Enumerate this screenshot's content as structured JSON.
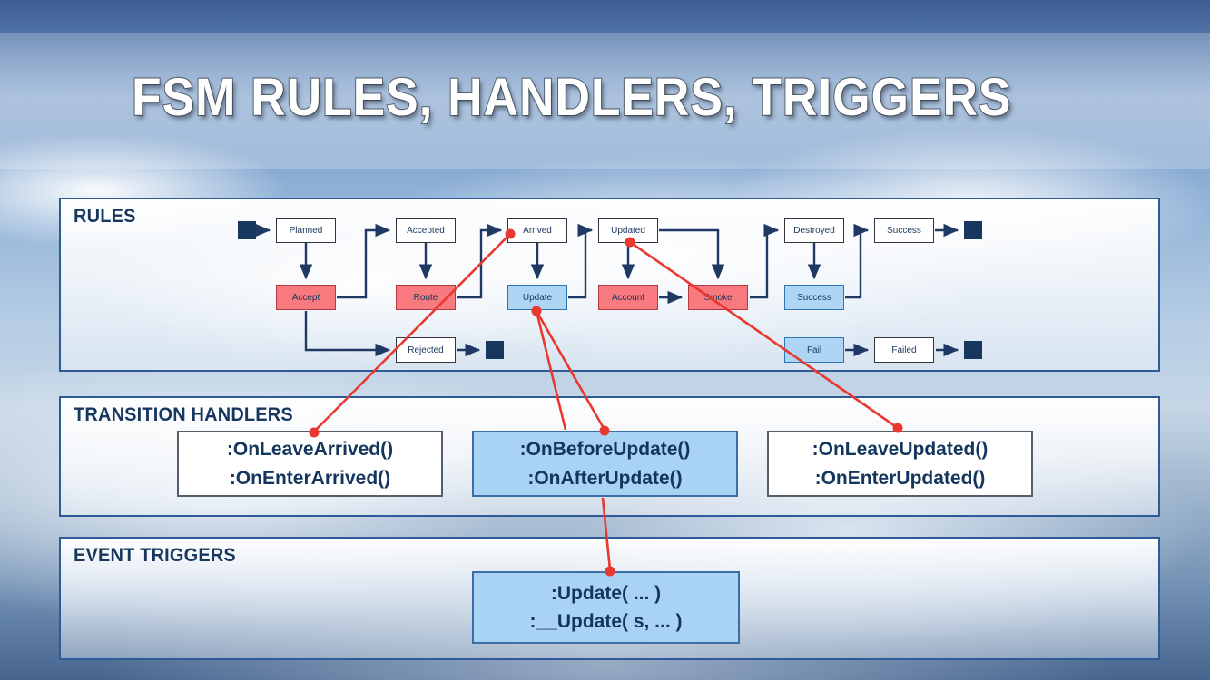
{
  "slide": {
    "title": "FSM RULES, HANDLERS, TRIGGERS"
  },
  "rules_panel": {
    "label": "RULES"
  },
  "handlers_panel": {
    "label": "TRANSITION HANDLERS",
    "boxes": [
      {
        "line1": ":OnLeaveArrived()",
        "line2": ":OnEnterArrived()",
        "style": "white"
      },
      {
        "line1": ":OnBeforeUpdate()",
        "line2": ":OnAfterUpdate()",
        "style": "blue"
      },
      {
        "line1": ":OnLeaveUpdated()",
        "line2": ":OnEnterUpdated()",
        "style": "white"
      }
    ]
  },
  "triggers_panel": {
    "label": "EVENT TRIGGERS",
    "box": {
      "line1": ":Update( ... )",
      "line2": ":__Update( s, ... )"
    }
  },
  "diagram": {
    "states": [
      {
        "label": "Planned"
      },
      {
        "label": "Accepted"
      },
      {
        "label": "Arrived"
      },
      {
        "label": "Updated"
      },
      {
        "label": "Destroyed"
      },
      {
        "label": "Success"
      },
      {
        "label": "Rejected"
      },
      {
        "label": "Failed"
      }
    ],
    "transitions": [
      {
        "label": "Accept",
        "style": "red"
      },
      {
        "label": "Route",
        "style": "red"
      },
      {
        "label": "Update",
        "style": "blue"
      },
      {
        "label": "Account",
        "style": "red"
      },
      {
        "label": "Smoke",
        "style": "red"
      },
      {
        "label": "Success",
        "style": "blue"
      },
      {
        "label": "Fail",
        "style": "blue"
      }
    ]
  },
  "colors": {
    "annotation_red": "#E8382F",
    "box_red": "#F8797E",
    "box_blue": "#AED6F4",
    "navy": "#17375E",
    "panel_border_blue": "#2E5B97"
  }
}
